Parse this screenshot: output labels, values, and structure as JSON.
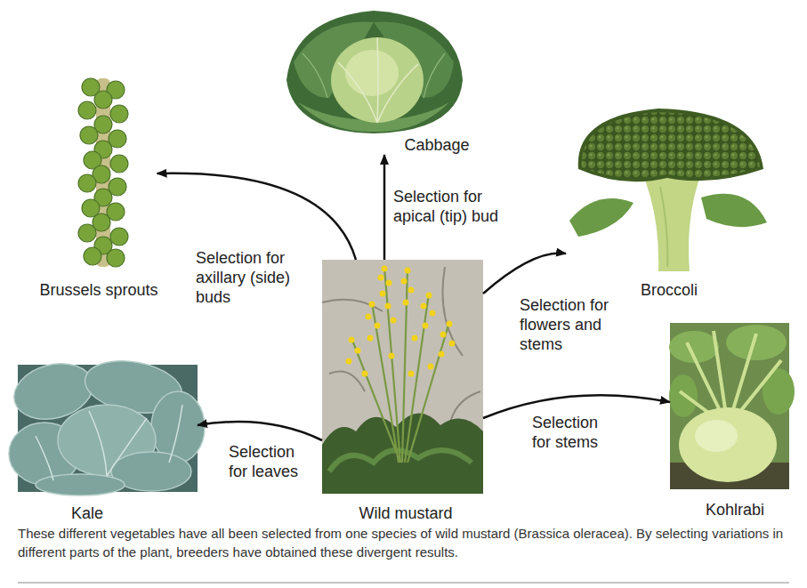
{
  "diagram": {
    "caption": "These different vegetables have all been selected from one species of wild mustard (Brassica oleracea). By selecting variations in different parts of the plant, breeders have obtained these divergent results.",
    "nodes": [
      {
        "text": [
          "Cabbage"
        ]
      },
      {
        "text": [
          "Brussels sprouts"
        ]
      },
      {
        "text": [
          "Broccoli"
        ]
      },
      {
        "text": [
          "Kohlrabi"
        ]
      },
      {
        "text": [
          "Kale"
        ]
      },
      {
        "text": [
          "Wild mustard"
        ]
      }
    ],
    "edges": [
      {
        "from": 5,
        "to": 1,
        "arrow": "to",
        "label": "Selection for axillary (side) buds"
      },
      {
        "from": 5,
        "to": 0,
        "arrow": "to",
        "label": "Selection for apical (tip) bud"
      },
      {
        "from": 5,
        "to": 2,
        "arrow": "to",
        "label": "Selection for flowers and stems"
      },
      {
        "from": 5,
        "to": 3,
        "arrow": "to",
        "label": "Selection for stems"
      },
      {
        "from": 5,
        "to": 4,
        "arrow": "to",
        "label": "Selection for leaves"
      }
    ]
  }
}
